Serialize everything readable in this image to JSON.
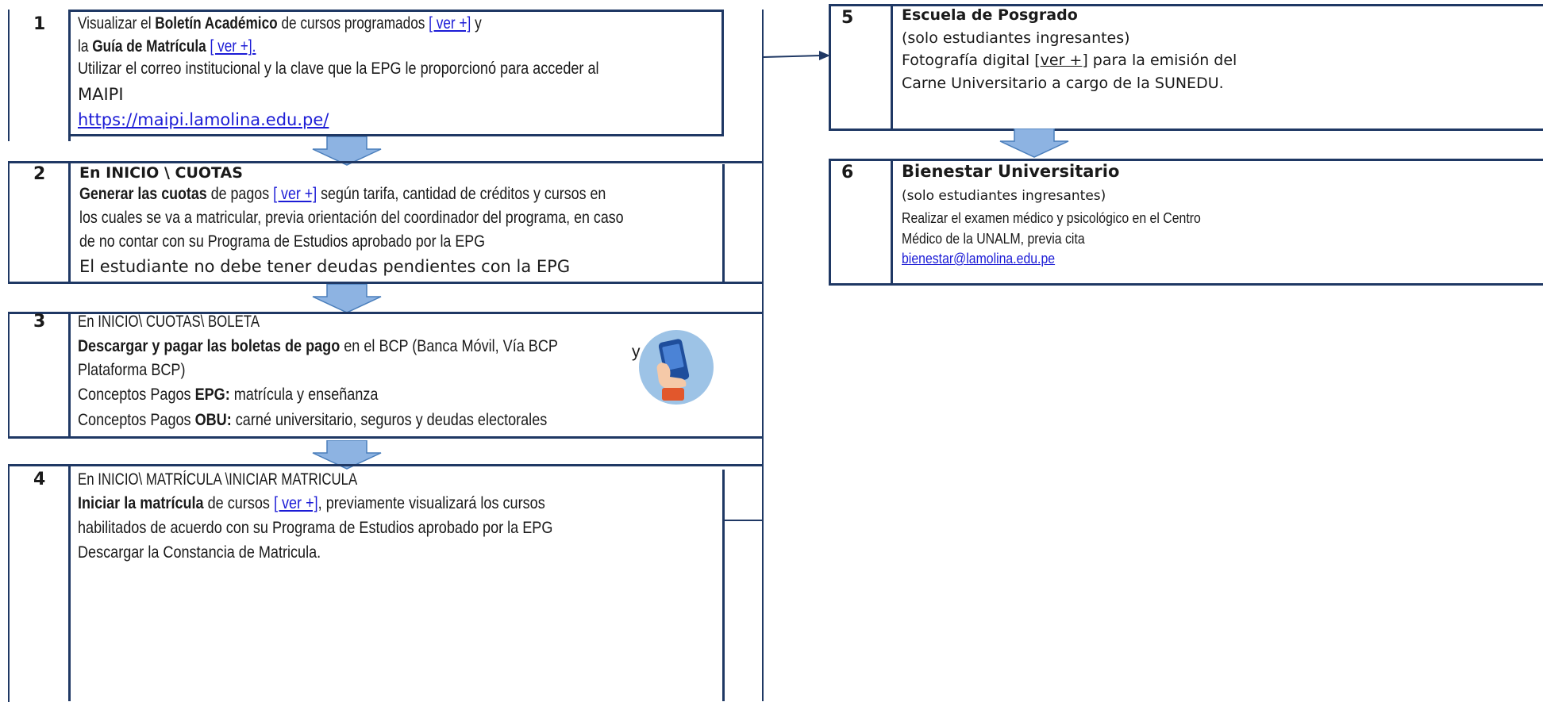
{
  "steps": [
    {
      "number": "1",
      "lines": [
        {
          "t1": "Visualizar el ",
          "b1": "Boletín Académico",
          "t2": " de  cursos  programados  ",
          "link": "[ ver +]",
          "t3": " y"
        },
        {
          "t1": "la ",
          "b1": "Guía de Matrícula",
          "link": "[ ver +]."
        },
        {
          "t1": "Utilizar el correo institucional  y la clave que la EPG le proporcionó para acceder  al"
        },
        {
          "t1": "MAIPI"
        },
        {
          "url": "https://maipi.lamolina.edu.pe/"
        }
      ]
    },
    {
      "number": "2",
      "lines": [
        {
          "b1": "En INICIO \\ CUOTAS"
        },
        {
          "b1": "Generar las cuotas",
          "t1": " de pagos ",
          "link": "[ ver +]",
          "t2": " según tarifa,  cantidad  de  créditos y  cursos  en"
        },
        {
          "t1": "los cuales  se va a  matricular,  previa  orientación del coordinador del programa,  en caso"
        },
        {
          "t1": "de no  contar con su Programa de Estudios aprobado por la EPG"
        },
        {
          "t1": "El  estudiante  no  debe tener deudas pendientes   con la  EPG"
        }
      ]
    },
    {
      "number": "3",
      "lines": [
        {
          "t1": "En INICIO\\ CUOTAS\\ BOLETA"
        },
        {
          "b1": "Descargar y pagar las boletas de pago",
          "t1": " en el BCP (Banca  Móvil, Vía BCP"
        },
        {
          "t1": "Plataforma BCP)"
        },
        {
          "t1": "Conceptos Pagos ",
          "b1": "EPG:",
          "t2": " matrícula y enseñanza"
        },
        {
          "t1": " Conceptos Pagos   ",
          "b1": "OBU:",
          "t2": " carné  universitario,  seguros  y  deudas  electorales"
        }
      ],
      "trailing_y": "y"
    },
    {
      "number": "4",
      "lines": [
        {
          "t1": "En INICIO\\ MATRÍCULA \\INICIAR MATRICULA"
        },
        {
          "b1": "Iniciar la matrícula",
          "t1": " de  cursos ",
          "link": "[ ver +]",
          "t2": ",  previamente visualizará  los cursos"
        },
        {
          "t1": "habilitados de acuerdo con su Programa de Estudios aprobado por la EPG"
        },
        {
          "t1": "Descargar la Constancia de Matricula."
        }
      ]
    },
    {
      "number": "5",
      "lines": [
        {
          "b1": "Escuela de Posgrado"
        },
        {
          "t1": "(solo estudiantes ingresantes)"
        },
        {
          "t1": "Fotografía digital ",
          "link": "[ver +]",
          "t2": " para la emisión del"
        },
        {
          "t1": "Carne Universitario a cargo de la SUNEDU."
        }
      ]
    },
    {
      "number": "6",
      "lines": [
        {
          "b1": "Bienestar Universitario"
        },
        {
          "t1": "(solo estudiantes ingresantes)"
        },
        {
          "t1": "Realizar el examen médico y psicológico en el Centro"
        },
        {
          "t1": "Médico de la UNALM, previa cita"
        },
        {
          "url": "bienestar@lamolina.edu.pe"
        }
      ]
    }
  ],
  "colors": {
    "border": "#1f3864",
    "arrow_fill": "#8db3e2",
    "arrow_stroke": "#4a7ebb",
    "link": "#1c1cd6",
    "icon_bg": "#9dc3e6"
  },
  "icons": [
    "down-arrow-icon",
    "right-arrow-icon",
    "phone-in-hand-icon"
  ]
}
